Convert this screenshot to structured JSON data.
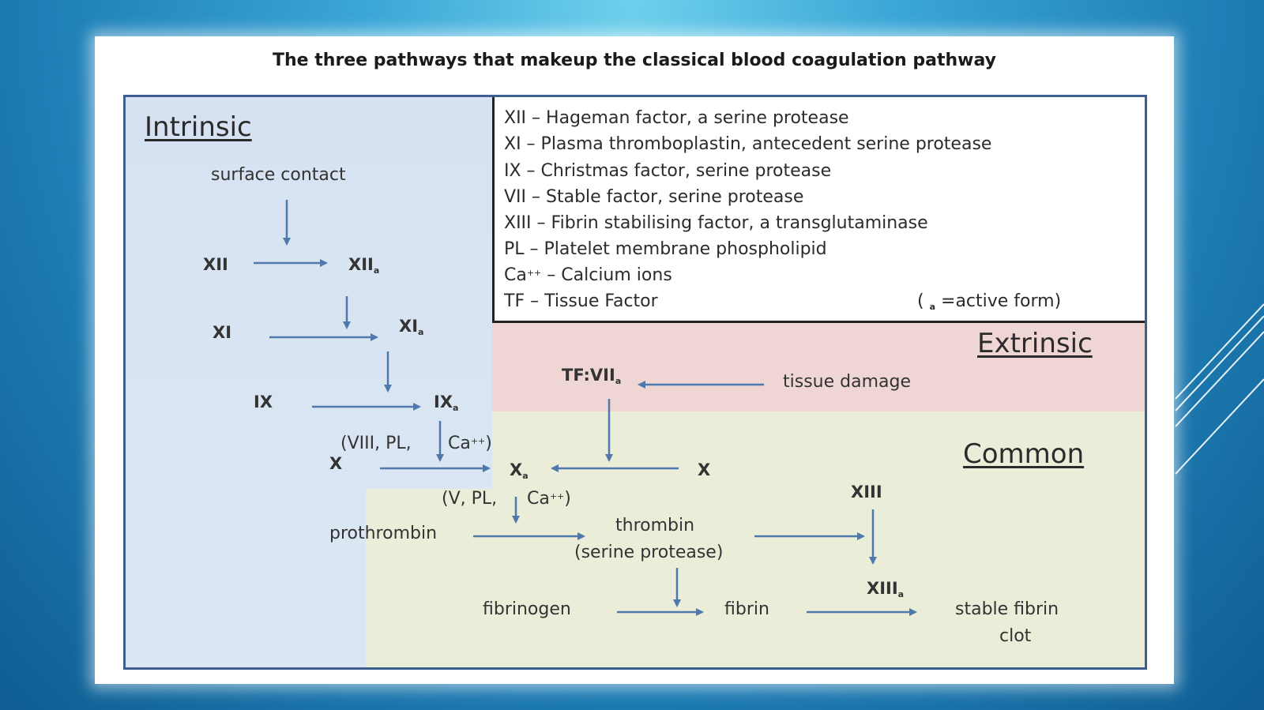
{
  "title": "The three pathways that makeup the classical blood coagulation pathway",
  "regions": {
    "intrinsic": "Intrinsic",
    "extrinsic": "Extrinsic",
    "common": "Common"
  },
  "legend": [
    "XII  – Hageman factor, a serine protease",
    "XI   – Plasma thromboplastin, antecedent serine protease",
    "IX   – Christmas factor, serine protease",
    "VII  – Stable factor, serine protease",
    "XIII – Fibrin stabilising factor, a transglutaminase",
    "PL  –  Platelet membrane phospholipid",
    "TF  –  Tissue Factor"
  ],
  "legend_ca": {
    "prefix": "Ca",
    "sup": "++",
    "text": " – Calcium ions"
  },
  "legend_active": {
    "open": "( ",
    "sub": "a",
    "text": " =active form)"
  },
  "nodes": {
    "surface_contact": "surface contact",
    "xii": "XII",
    "xiia": "XII",
    "xi": "XI",
    "xia": "XI",
    "ix": "IX",
    "ixa": "IX",
    "cofactor_viii_left": "(VIII, PL,",
    "cofactor_viii_right": "Ca",
    "x_left": "X",
    "xa": "X",
    "x_right": "X",
    "tfviia": "TF:VII",
    "tissue_damage": "tissue damage",
    "cofactor_v_left": "(V, PL,",
    "cofactor_v_right": "Ca",
    "prothrombin": "prothrombin",
    "thrombin": "thrombin",
    "serine_protease": "(serine protease)",
    "xiii": "XIII",
    "xiiia": "XIII",
    "fibrinogen": "fibrinogen",
    "fibrin": "fibrin",
    "stable_fibrin": "stable fibrin",
    "clot": "clot",
    "active_sub": "a",
    "ca_sup": "++",
    "close_paren": ")"
  }
}
